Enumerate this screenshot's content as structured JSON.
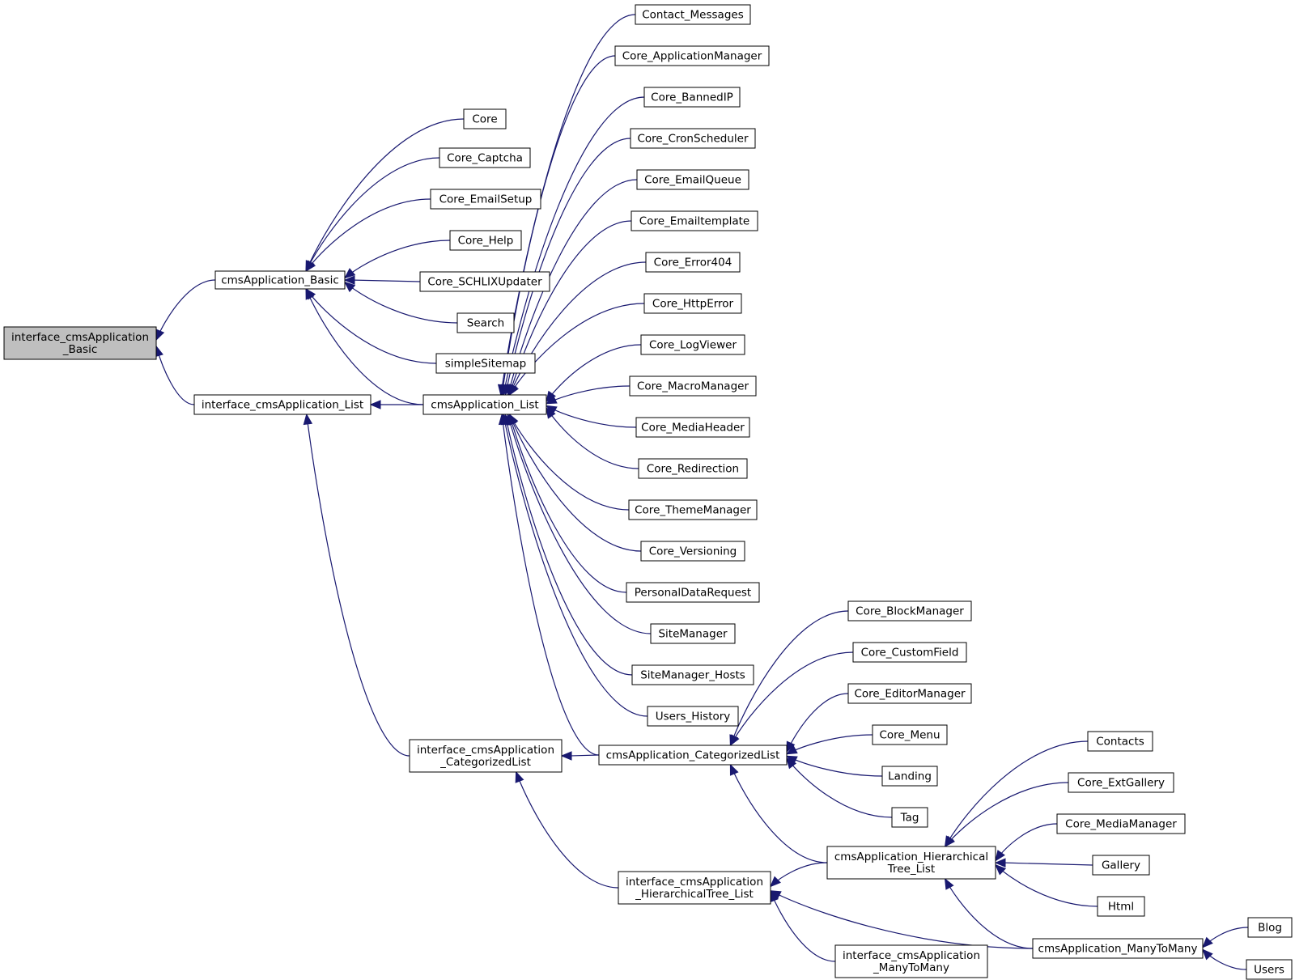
{
  "diagram": {
    "nodes": [
      {
        "id": "root",
        "lines": [
          "interface_cmsApplication",
          "_Basic"
        ],
        "highlighted": true
      },
      {
        "id": "basic",
        "lines": [
          "cmsApplication_Basic"
        ]
      },
      {
        "id": "ilist",
        "lines": [
          "interface_cmsApplication_List"
        ]
      },
      {
        "id": "core",
        "lines": [
          "Core"
        ]
      },
      {
        "id": "captcha",
        "lines": [
          "Core_Captcha"
        ]
      },
      {
        "id": "emailsetup",
        "lines": [
          "Core_EmailSetup"
        ]
      },
      {
        "id": "help",
        "lines": [
          "Core_Help"
        ]
      },
      {
        "id": "schlix",
        "lines": [
          "Core_SCHLIXUpdater"
        ]
      },
      {
        "id": "search",
        "lines": [
          "Search"
        ]
      },
      {
        "id": "sitemap",
        "lines": [
          "simpleSitemap"
        ]
      },
      {
        "id": "list",
        "lines": [
          "cmsApplication_List"
        ]
      },
      {
        "id": "contact",
        "lines": [
          "Contact_Messages"
        ]
      },
      {
        "id": "appmgr",
        "lines": [
          "Core_ApplicationManager"
        ]
      },
      {
        "id": "bannedip",
        "lines": [
          "Core_BannedIP"
        ]
      },
      {
        "id": "cron",
        "lines": [
          "Core_CronScheduler"
        ]
      },
      {
        "id": "emailqueue",
        "lines": [
          "Core_EmailQueue"
        ]
      },
      {
        "id": "emailtpl",
        "lines": [
          "Core_Emailtemplate"
        ]
      },
      {
        "id": "err404",
        "lines": [
          "Core_Error404"
        ]
      },
      {
        "id": "httperr",
        "lines": [
          "Core_HttpError"
        ]
      },
      {
        "id": "logviewer",
        "lines": [
          "Core_LogViewer"
        ]
      },
      {
        "id": "macromgr",
        "lines": [
          "Core_MacroManager"
        ]
      },
      {
        "id": "mediahdr",
        "lines": [
          "Core_MediaHeader"
        ]
      },
      {
        "id": "redirect",
        "lines": [
          "Core_Redirection"
        ]
      },
      {
        "id": "thememgr",
        "lines": [
          "Core_ThemeManager"
        ]
      },
      {
        "id": "versioning",
        "lines": [
          "Core_Versioning"
        ]
      },
      {
        "id": "personal",
        "lines": [
          "PersonalDataRequest"
        ]
      },
      {
        "id": "sitemgr",
        "lines": [
          "SiteManager"
        ]
      },
      {
        "id": "sitehosts",
        "lines": [
          "SiteManager_Hosts"
        ]
      },
      {
        "id": "usershist",
        "lines": [
          "Users_History"
        ]
      },
      {
        "id": "icat",
        "lines": [
          "interface_cmsApplication",
          "_CategorizedList"
        ]
      },
      {
        "id": "cat",
        "lines": [
          "cmsApplication_CategorizedList"
        ]
      },
      {
        "id": "blockmgr",
        "lines": [
          "Core_BlockManager"
        ]
      },
      {
        "id": "customfield",
        "lines": [
          "Core_CustomField"
        ]
      },
      {
        "id": "editormgr",
        "lines": [
          "Core_EditorManager"
        ]
      },
      {
        "id": "menu",
        "lines": [
          "Core_Menu"
        ]
      },
      {
        "id": "landing",
        "lines": [
          "Landing"
        ]
      },
      {
        "id": "tag",
        "lines": [
          "Tag"
        ]
      },
      {
        "id": "ihier",
        "lines": [
          "interface_cmsApplication",
          "_HierarchicalTree_List"
        ]
      },
      {
        "id": "hier",
        "lines": [
          "cmsApplication_Hierarchical",
          "Tree_List"
        ]
      },
      {
        "id": "contacts",
        "lines": [
          "Contacts"
        ]
      },
      {
        "id": "extgallery",
        "lines": [
          "Core_ExtGallery"
        ]
      },
      {
        "id": "mediamgr",
        "lines": [
          "Core_MediaManager"
        ]
      },
      {
        "id": "gallery",
        "lines": [
          "Gallery"
        ]
      },
      {
        "id": "html",
        "lines": [
          "Html"
        ]
      },
      {
        "id": "imtm",
        "lines": [
          "interface_cmsApplication",
          "_ManyToMany"
        ]
      },
      {
        "id": "mtm",
        "lines": [
          "cmsApplication_ManyToMany"
        ]
      },
      {
        "id": "blog",
        "lines": [
          "Blog"
        ]
      },
      {
        "id": "users",
        "lines": [
          "Users"
        ]
      }
    ]
  }
}
